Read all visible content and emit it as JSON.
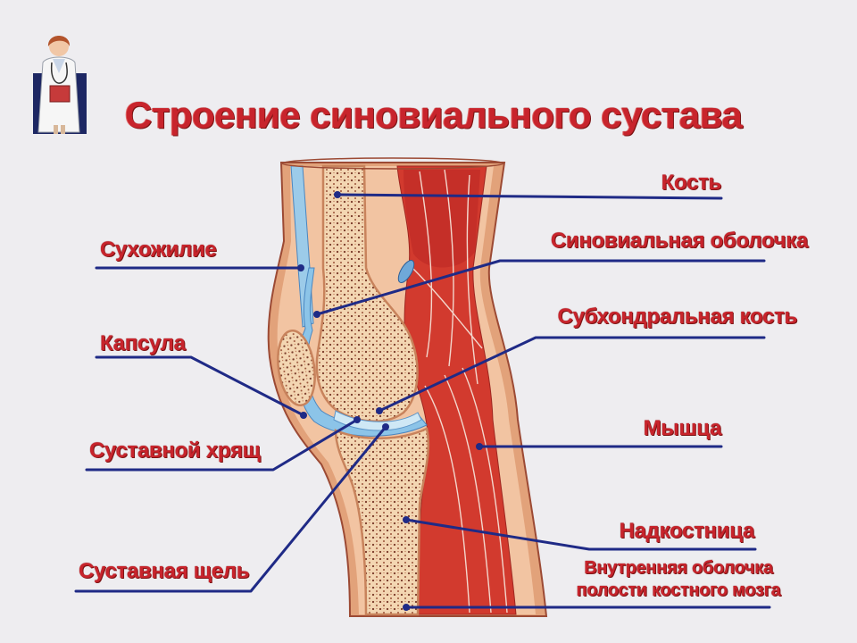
{
  "title": "Строение синовиального сустава",
  "labels": {
    "bone": "Кость",
    "tendon": "Сухожилие",
    "synovial_membrane": "Синовиальная оболочка",
    "capsule": "Капсула",
    "subchondral_bone": "Субхондральная кость",
    "muscle": "Мышца",
    "articular_cartilage": "Суставной хрящ",
    "periosteum": "Надкостница",
    "joint_space": "Суставная щель",
    "endosteum_line1": "Внутренняя оболочка",
    "endosteum_line2": "полости костного мозга"
  },
  "icons": {
    "doctor": "doctor-icon"
  },
  "colors": {
    "label_red": "#c8242c",
    "label_shadow": "#7d1414",
    "leader_navy": "#1f2a86",
    "background": "#eeedf0",
    "muscle_red": "#d23a2e",
    "synovial_blue": "#8cc4e8",
    "skin_tan": "#e2a27a"
  }
}
